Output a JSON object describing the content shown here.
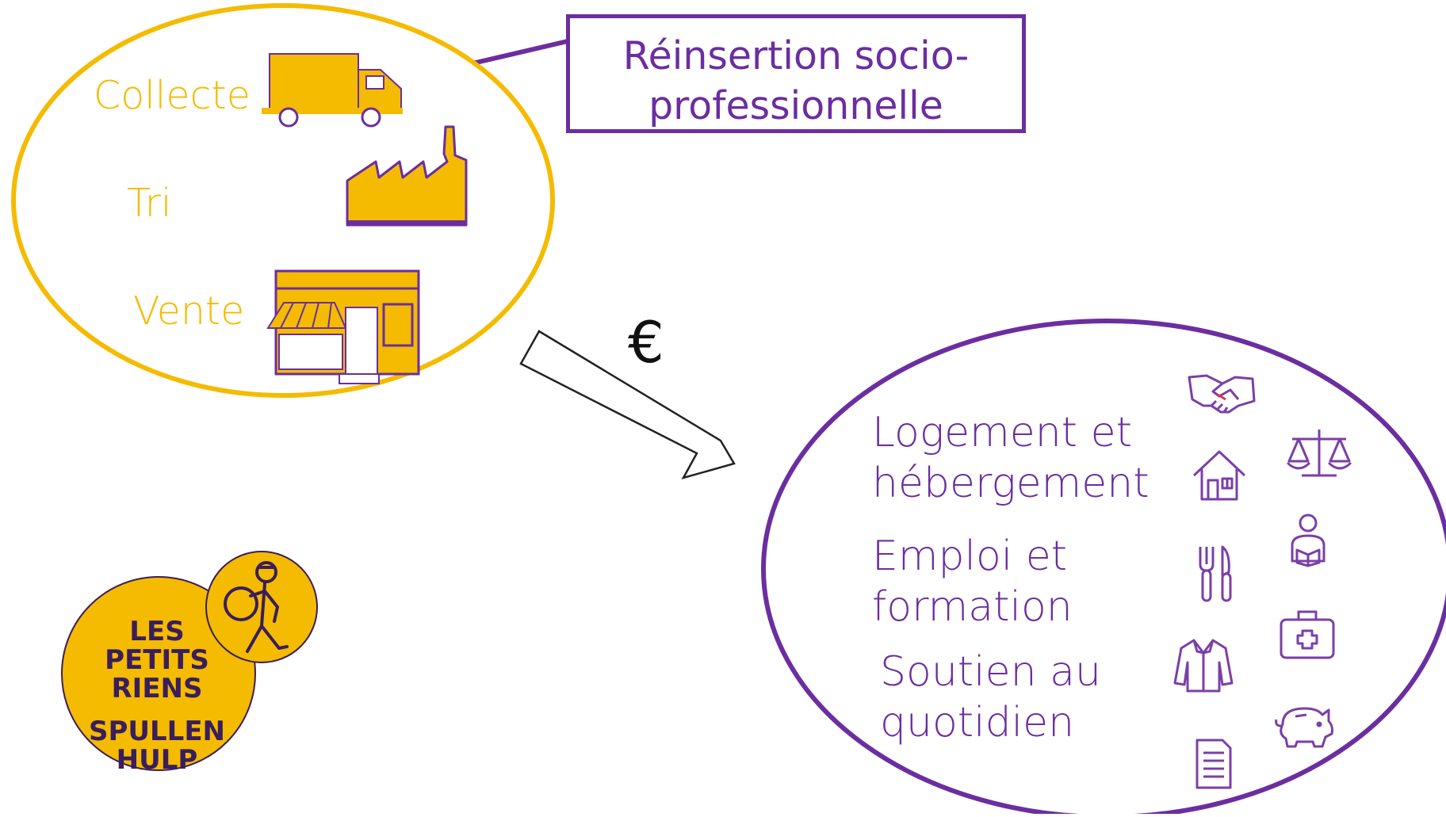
{
  "activities": {
    "collecte": "Collecte",
    "tri": "Tri",
    "vente": "Vente"
  },
  "box": {
    "line1": "Réinsertion socio-",
    "line2": "professionnelle"
  },
  "euro": "€",
  "services": {
    "logement_1": "Logement et",
    "logement_2": "hébergement",
    "emploi_1": "Emploi et",
    "emploi_2": "formation",
    "soutien_1": "Soutien au",
    "soutien_2": "quotidien"
  },
  "logo": {
    "line1": "LES",
    "line2": "PETITS",
    "line3": "RIENS",
    "line4": "SPULLEN",
    "line5": "HULP"
  },
  "colors": {
    "yellow": "#F4BB00",
    "purple": "#6B2EA0",
    "logo_dark": "#3a1d5c"
  },
  "icons": [
    "truck-icon",
    "factory-icon",
    "shop-icon",
    "handshake-icon",
    "house-icon",
    "scale-icon",
    "fork-knife-icon",
    "reading-person-icon",
    "medical-kit-icon",
    "shirt-icon",
    "piggy-bank-icon",
    "document-icon"
  ]
}
